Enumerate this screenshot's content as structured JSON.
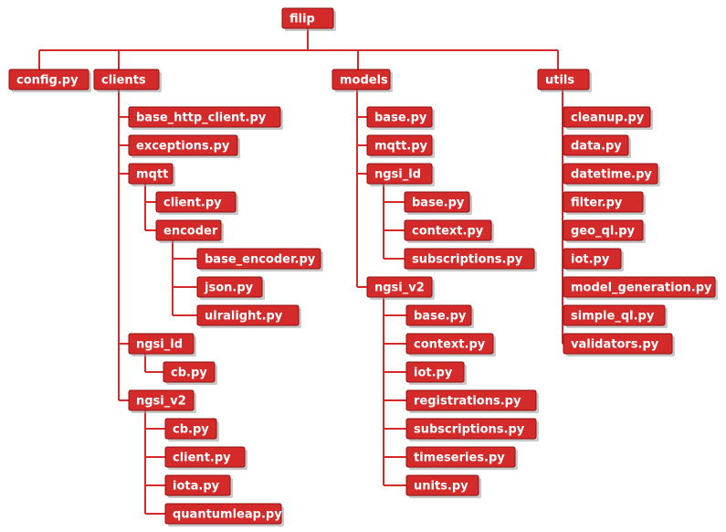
{
  "colors": {
    "node_fill": "#d42a2a",
    "node_border": "#8f1111",
    "connector": "#d42a2a",
    "text": "#ffffff"
  },
  "root": {
    "label": "filip",
    "children": [
      {
        "label": "config.py"
      },
      {
        "label": "clients",
        "children": [
          {
            "label": "base_http_client.py"
          },
          {
            "label": "exceptions.py"
          },
          {
            "label": "mqtt",
            "children": [
              {
                "label": "client.py"
              },
              {
                "label": "encoder",
                "children": [
                  {
                    "label": "base_encoder.py"
                  },
                  {
                    "label": "json.py"
                  },
                  {
                    "label": "ulralight.py"
                  }
                ]
              }
            ]
          },
          {
            "label": "ngsi_ld",
            "children": [
              {
                "label": "cb.py"
              }
            ]
          },
          {
            "label": "ngsi_v2",
            "children": [
              {
                "label": "cb.py"
              },
              {
                "label": "client.py"
              },
              {
                "label": "iota.py"
              },
              {
                "label": "quantumleap.py"
              }
            ]
          }
        ]
      },
      {
        "label": "models",
        "children": [
          {
            "label": "base.py"
          },
          {
            "label": "mqtt.py"
          },
          {
            "label": "ngsi_ld",
            "children": [
              {
                "label": "base.py"
              },
              {
                "label": "context.py"
              },
              {
                "label": "subscriptions.py"
              }
            ]
          },
          {
            "label": "ngsi_v2",
            "children": [
              {
                "label": "base.py"
              },
              {
                "label": "context.py"
              },
              {
                "label": "iot.py"
              },
              {
                "label": "registrations.py"
              },
              {
                "label": "subscriptions.py"
              },
              {
                "label": "timeseries.py"
              },
              {
                "label": "units.py"
              }
            ]
          }
        ]
      },
      {
        "label": "utils",
        "children": [
          {
            "label": "cleanup.py"
          },
          {
            "label": "data.py"
          },
          {
            "label": "datetime.py"
          },
          {
            "label": "filter.py"
          },
          {
            "label": "geo_ql.py"
          },
          {
            "label": "iot.py"
          },
          {
            "label": "model_generation.py"
          },
          {
            "label": "simple_ql.py"
          },
          {
            "label": "validators.py"
          }
        ]
      }
    ]
  }
}
